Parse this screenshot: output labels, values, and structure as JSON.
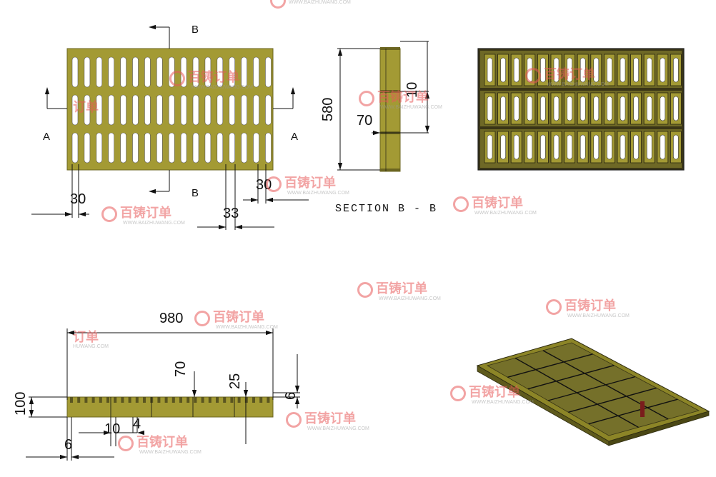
{
  "labels": {
    "section_a_left": "A",
    "section_a_right": "A",
    "section_b_top": "B",
    "section_b_bottom": "B",
    "section_title": "SECTION  B - B"
  },
  "dimensions": {
    "pitch_left": "30",
    "pitch_right": "30",
    "slot_spacing": "33",
    "height_580": "580",
    "rib_70_side": "70",
    "rib_10_side": "10",
    "length_980": "980",
    "depth_100": "100",
    "rib_70_front": "70",
    "rib_25": "25",
    "lip_6_right": "6",
    "rib_10_front": "10",
    "rib_4": "4",
    "wall_6": "6"
  },
  "watermark": {
    "text": "百铸订单",
    "url": "WWW.BAIZHUWANG.COM",
    "partial_text": "订单",
    "partial_url": "HUWANG.COM"
  },
  "colors": {
    "grate_fill": "#a39a34",
    "grate_dark": "#3a3516",
    "iso_top": "#8c8527",
    "iso_side": "#5e5a1c",
    "line": "#111111",
    "watermark": "#e85a5a"
  }
}
